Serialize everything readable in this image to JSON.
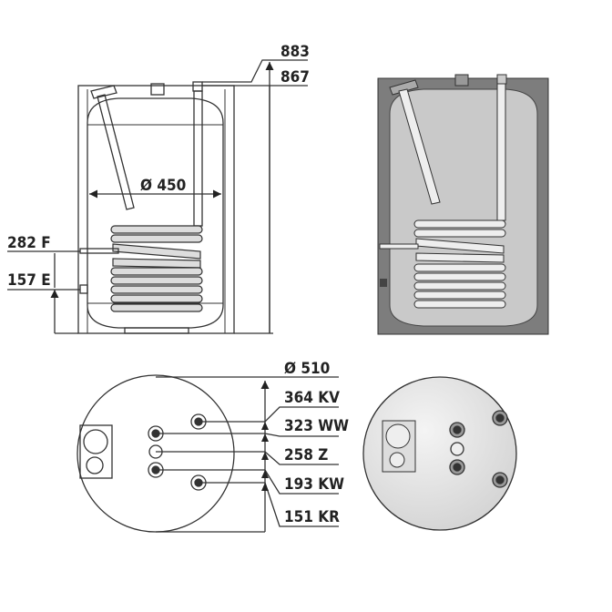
{
  "elevation": {
    "height_total": "883",
    "height_casing": "867",
    "tank_diameter": "Ø 450",
    "port_f": "282 F",
    "port_e": "157 E"
  },
  "plan": {
    "diameter": "Ø 510",
    "ports": [
      "364 KV",
      "323 WW",
      "258 Z",
      "193 KW",
      "151 KR"
    ]
  },
  "colors": {
    "casing_dark": "#7d7d7d",
    "tank_light": "#c9c9c9",
    "outline": "#333333"
  }
}
